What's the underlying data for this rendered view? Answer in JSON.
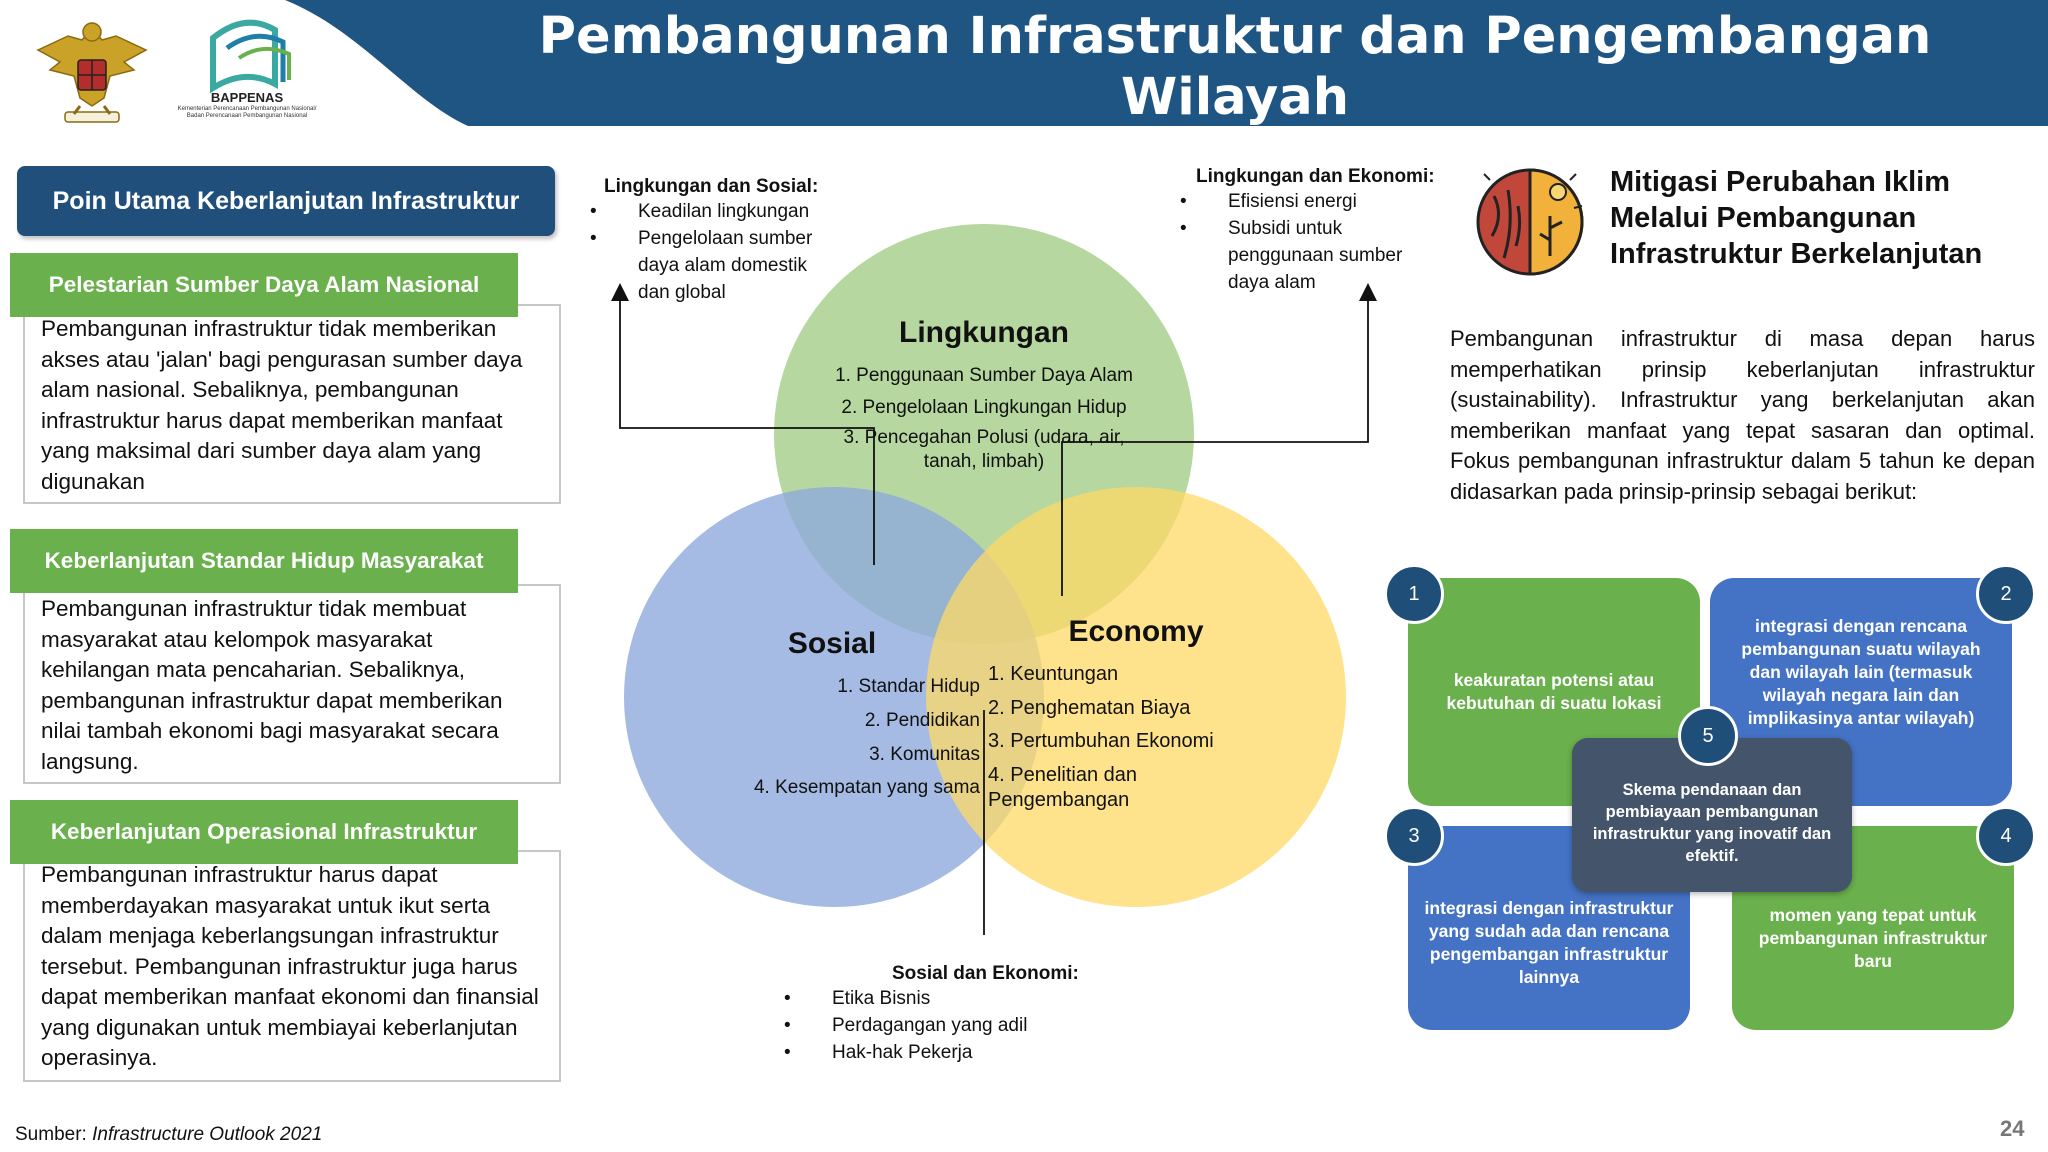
{
  "header": {
    "title_line1": "Pembangunan Infrastruktur dan Pengembangan Wilayah",
    "title_line2": "berbasis Infrastruktur Berkelanjutan"
  },
  "logos": {
    "bappenas_name": "BAPPENAS",
    "bappenas_subtitle": "Kementerian Perencanaan Pembangunan Nasional/ Badan Perencanaan Pembangunan Nasional"
  },
  "left_panel": {
    "heading": "Poin Utama Keberlanjutan Infrastruktur",
    "sections": [
      {
        "title": "Pelestarian Sumber Daya Alam Nasional",
        "body": "Pembangunan infrastruktur tidak memberikan akses atau 'jalan' bagi pengurasan sumber daya alam nasional. Sebaliknya, pembangunan infrastruktur harus dapat memberikan manfaat yang maksimal dari sumber daya alam yang digunakan"
      },
      {
        "title": "Keberlanjutan Standar Hidup Masyarakat",
        "body": "Pembangunan infrastruktur tidak membuat masyarakat atau kelompok masyarakat kehilangan mata pencaharian. Sebaliknya, pembangunan infrastruktur dapat memberikan nilai tambah ekonomi bagi masyarakat secara langsung."
      },
      {
        "title": "Keberlanjutan Operasional Infrastruktur",
        "body": "Pembangunan infrastruktur harus dapat memberdayakan masyarakat untuk ikut serta dalam menjaga keberlangsungan infrastruktur tersebut. Pembangunan infrastruktur juga harus dapat memberikan manfaat ekonomi dan finansial yang digunakan untuk membiayai keberlanjutan operasinya."
      }
    ]
  },
  "venn": {
    "lingkungan": {
      "title": "Lingkungan",
      "items": [
        "1. Penggunaan Sumber Daya Alam",
        "2. Pengelolaan Lingkungan Hidup",
        "3. Pencegahan Polusi (udara, air,",
        "tanah, limbah)"
      ],
      "color": "#a9d08e"
    },
    "sosial": {
      "title": "Sosial",
      "items": [
        "1. Standar Hidup",
        "2. Pendidikan",
        "3. Komunitas",
        "4. Kesempatan yang sama"
      ],
      "color": "#8faadc"
    },
    "economy": {
      "title": "Economy",
      "items": [
        "1. Keuntungan",
        "2. Penghematan Biaya",
        "3. Pertumbuhan Ekonomi",
        "4. Penelitian dan",
        "Pengembangan"
      ],
      "color": "#ffd966"
    }
  },
  "overlap_notes": {
    "lingkungan_sosial": {
      "title": "Lingkungan dan Sosial:",
      "items": [
        "Keadilan lingkungan",
        "Pengelolaan sumber daya alam domestik dan global"
      ]
    },
    "lingkungan_ekonomi": {
      "title": "Lingkungan dan Ekonomi:",
      "items": [
        "Efisiensi energi",
        "Subsidi untuk penggunaan sumber daya alam"
      ]
    },
    "sosial_ekonomi": {
      "title": "Sosial dan Ekonomi:",
      "items": [
        "Etika Bisnis",
        "Perdagangan yang adil",
        "Hak-hak Pekerja"
      ]
    }
  },
  "right_panel": {
    "heading": "Mitigasi Perubahan Iklim Melalui Pembangunan Infrastruktur Berkelanjutan",
    "paragraph": "Pembangunan infrastruktur di masa depan harus memperhatikan prinsip keberlanjutan infrastruktur (sustainability). Infrastruktur yang berkelanjutan akan memberikan manfaat yang tepat sasaran dan optimal. Fokus pembangunan infrastruktur dalam 5 tahun ke depan didasarkan pada prinsip-prinsip sebagai berikut:",
    "principles": [
      {
        "number": "1",
        "text": "keakuratan potensi atau kebutuhan di suatu lokasi",
        "color": "#6ab04c"
      },
      {
        "number": "2",
        "text": "integrasi dengan rencana pembangunan suatu wilayah dan wilayah lain (termasuk wilayah negara lain dan implikasinya antar wilayah)",
        "color": "#4472c4"
      },
      {
        "number": "3",
        "text": "integrasi dengan infrastruktur yang sudah ada dan rencana pengembangan infrastruktur lainnya",
        "color": "#4472c4"
      },
      {
        "number": "4",
        "text": "momen yang tepat untuk pembangunan infrastruktur baru",
        "color": "#6ab04c"
      },
      {
        "number": "5",
        "text": "Skema pendanaan dan pembiayaan pembangunan infrastruktur yang inovatif dan efektif.",
        "color": "#44546a"
      }
    ]
  },
  "footer": {
    "source_label": "Sumber:",
    "source_text": "Infrastructure Outlook 2021",
    "page_number": "24"
  },
  "colors": {
    "header_blue": "#1f5583",
    "green": "#6ab04c",
    "navy": "#204f7c"
  }
}
